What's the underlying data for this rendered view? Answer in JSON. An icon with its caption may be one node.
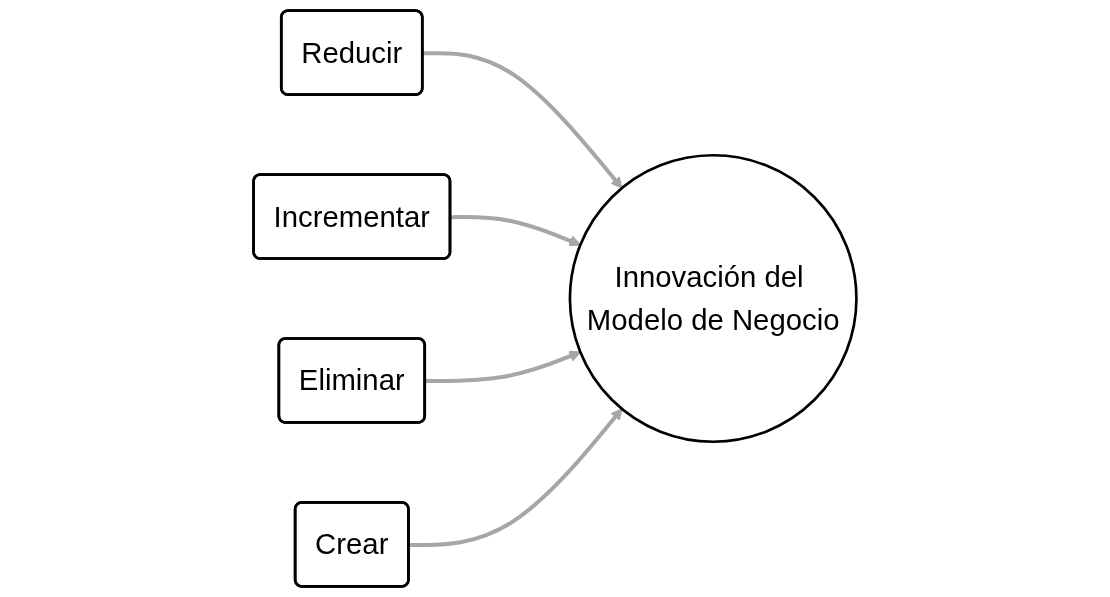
{
  "diagram": {
    "nodes": [
      {
        "text": [
          "Reducir"
        ]
      },
      {
        "text": [
          "Incrementar"
        ]
      },
      {
        "text": [
          "Eliminar"
        ]
      },
      {
        "text": [
          "Innovación del Modelo de Negocio"
        ]
      },
      {
        "text": [
          "Crear"
        ]
      }
    ],
    "edges": [
      {
        "from": 0,
        "to": 3,
        "arrow": "to"
      },
      {
        "from": 1,
        "to": 3,
        "arrow": "to"
      },
      {
        "from": 2,
        "to": 3,
        "arrow": "to"
      },
      {
        "from": 4,
        "to": 3,
        "arrow": "to"
      }
    ]
  }
}
